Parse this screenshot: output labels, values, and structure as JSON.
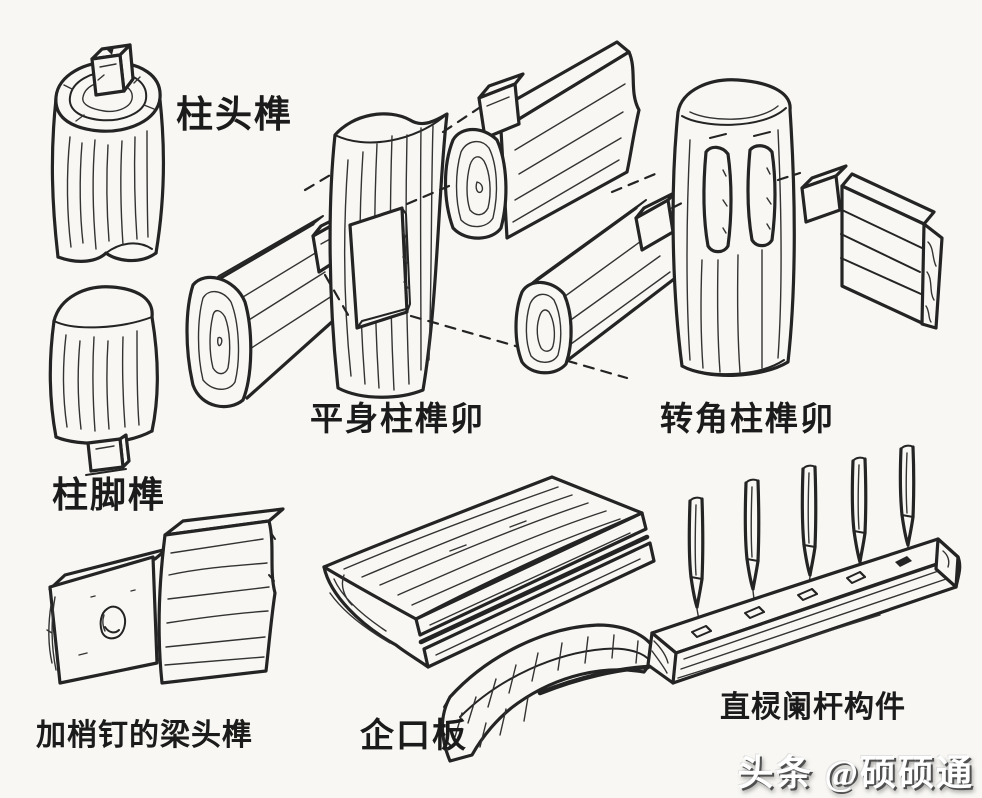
{
  "page": {
    "background": "#f8f7f3",
    "ink": "#242424",
    "description_labels_language": "zh"
  },
  "labels": {
    "column_head_tenon": "柱头榫",
    "column_foot_tenon": "柱脚榫",
    "plain_column_joint": "平身柱榫卯",
    "corner_column_joint": "转角柱榫卯",
    "pegged_beam_head_tenon": "加梢钉的梁头榫",
    "tongue_and_groove_board": "企口板",
    "straight_mullion_railing": "直棂阑杆构件"
  },
  "watermark": "头条 @硕硕通"
}
